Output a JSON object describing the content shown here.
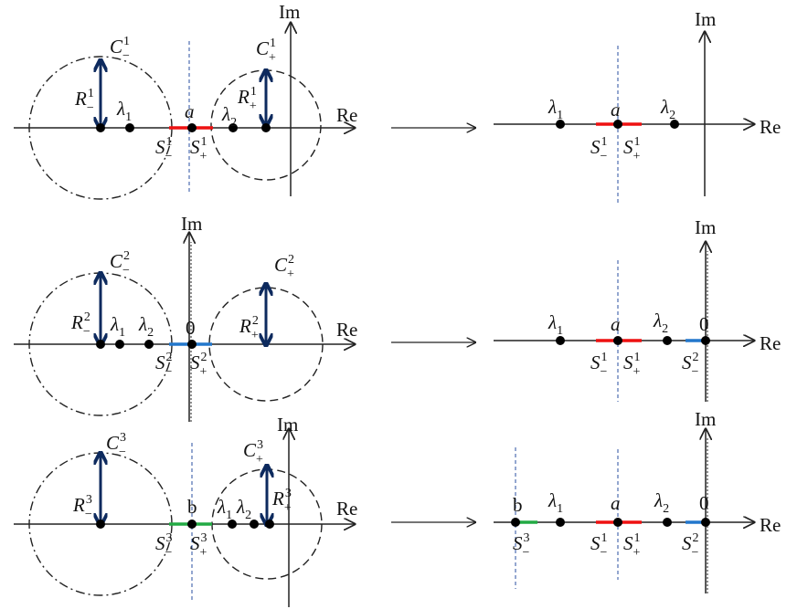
{
  "colors": {
    "axis": "#222222",
    "radius_arrow": "#0d2a5e",
    "segment_a": "#ee1111",
    "segment_0": "#2277cc",
    "segment_b": "#22aa44",
    "guide": "#2a4fa0"
  },
  "axis_labels": {
    "im": "Im",
    "re": "Re"
  },
  "rows": [
    {
      "left": {
        "labels": {
          "c_minus": {
            "base": "C",
            "sup": "1",
            "sub": "−"
          },
          "c_plus": {
            "base": "C",
            "sup": "1",
            "sub": "+"
          },
          "r_minus": {
            "base": "R",
            "sup": "1",
            "sub": "−"
          },
          "r_plus": {
            "base": "R",
            "sup": "1",
            "sub": "+"
          },
          "lambda1": {
            "base": "λ",
            "sub": "1"
          },
          "lambda2": {
            "base": "λ",
            "sub": "2"
          },
          "point": {
            "base": "a"
          },
          "s_minus": {
            "base": "S",
            "sup": "1",
            "sub": "−"
          },
          "s_plus": {
            "base": "S",
            "sup": "1",
            "sub": "+"
          }
        }
      },
      "right": {
        "labels": {
          "lambda1": {
            "base": "λ",
            "sub": "1"
          },
          "point_a": {
            "base": "a"
          },
          "lambda2": {
            "base": "λ",
            "sub": "2"
          },
          "s_minus": {
            "base": "S",
            "sup": "1",
            "sub": "−"
          },
          "s_plus": {
            "base": "S",
            "sup": "1",
            "sub": "+"
          }
        }
      }
    },
    {
      "left": {
        "labels": {
          "c_minus": {
            "base": "C",
            "sup": "2",
            "sub": "−"
          },
          "c_plus": {
            "base": "C",
            "sup": "2",
            "sub": "+"
          },
          "r_minus": {
            "base": "R",
            "sup": "2",
            "sub": "−"
          },
          "r_plus": {
            "base": "R",
            "sup": "2",
            "sub": "+"
          },
          "lambda1": {
            "base": "λ",
            "sub": "1"
          },
          "lambda2": {
            "base": "λ",
            "sub": "2"
          },
          "point": {
            "base": "0"
          },
          "s_minus": {
            "base": "S",
            "sup": "2",
            "sub": "−"
          },
          "s_plus": {
            "base": "S",
            "sup": "2",
            "sub": "+"
          }
        }
      },
      "right": {
        "labels": {
          "lambda1": {
            "base": "λ",
            "sub": "1"
          },
          "point_a": {
            "base": "a"
          },
          "lambda2": {
            "base": "λ",
            "sub": "2"
          },
          "point_0": {
            "base": "0"
          },
          "s_minus": {
            "base": "S",
            "sup": "1",
            "sub": "−"
          },
          "s_plus": {
            "base": "S",
            "sup": "1",
            "sub": "+"
          },
          "s2_minus": {
            "base": "S",
            "sup": "2",
            "sub": "−"
          }
        }
      }
    },
    {
      "left": {
        "labels": {
          "c_minus": {
            "base": "C",
            "sup": "3",
            "sub": "−"
          },
          "c_plus": {
            "base": "C",
            "sup": "3",
            "sub": "+"
          },
          "r_minus": {
            "base": "R",
            "sup": "3",
            "sub": "−"
          },
          "r_plus": {
            "base": "R",
            "sup": "3",
            "sub": "+"
          },
          "lambda1": {
            "base": "λ",
            "sub": "1"
          },
          "lambda2": {
            "base": "λ",
            "sub": "2"
          },
          "point": {
            "base": "b"
          },
          "s_minus": {
            "base": "S",
            "sup": "3",
            "sub": "−"
          },
          "s_plus": {
            "base": "S",
            "sup": "3",
            "sub": "+"
          }
        }
      },
      "right": {
        "labels": {
          "point_b": {
            "base": "b"
          },
          "lambda1": {
            "base": "λ",
            "sub": "1"
          },
          "point_a": {
            "base": "a"
          },
          "lambda2": {
            "base": "λ",
            "sub": "2"
          },
          "point_0": {
            "base": "0"
          },
          "s3_minus": {
            "base": "S",
            "sup": "3",
            "sub": "−"
          },
          "s_minus": {
            "base": "S",
            "sup": "1",
            "sub": "−"
          },
          "s_plus": {
            "base": "S",
            "sup": "1",
            "sub": "+"
          },
          "s2_minus": {
            "base": "S",
            "sup": "2",
            "sub": "−"
          }
        }
      }
    }
  ]
}
